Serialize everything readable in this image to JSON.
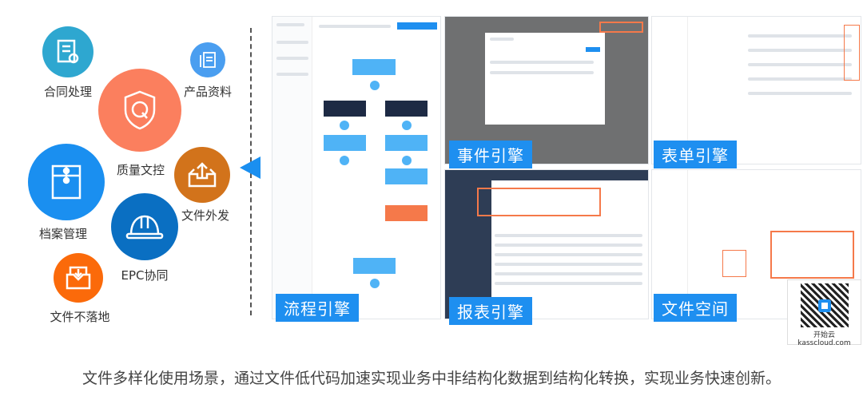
{
  "features": [
    {
      "label": "合同处理",
      "icon": "contract-icon",
      "color": "#2ea7d0"
    },
    {
      "label": "产品资料",
      "icon": "documents-icon",
      "color": "#4a9ef0"
    },
    {
      "label": "质量文控",
      "icon": "quality-shield-icon",
      "color": "#fb7f5e"
    },
    {
      "label": "档案管理",
      "icon": "archive-box-icon",
      "color": "#1a8ff0"
    },
    {
      "label": "文件外发",
      "icon": "outbox-icon",
      "color": "#d2731b"
    },
    {
      "label": "EPC协同",
      "icon": "helmet-icon",
      "color": "#0a6fc2"
    },
    {
      "label": "文件不落地",
      "icon": "download-tray-icon",
      "color": "#fb6a0a"
    }
  ],
  "engines": {
    "workflow": "流程引擎",
    "event": "事件引擎",
    "form": "表单引擎",
    "report": "报表引擎",
    "file_space": "文件空间"
  },
  "qr": {
    "brand": "开始云",
    "site": "kasscloud.com"
  },
  "caption": "文件多样化使用场景，通过文件低代码加速实现业务中非结构化数据到结构化转换，实现业务快速创新。"
}
